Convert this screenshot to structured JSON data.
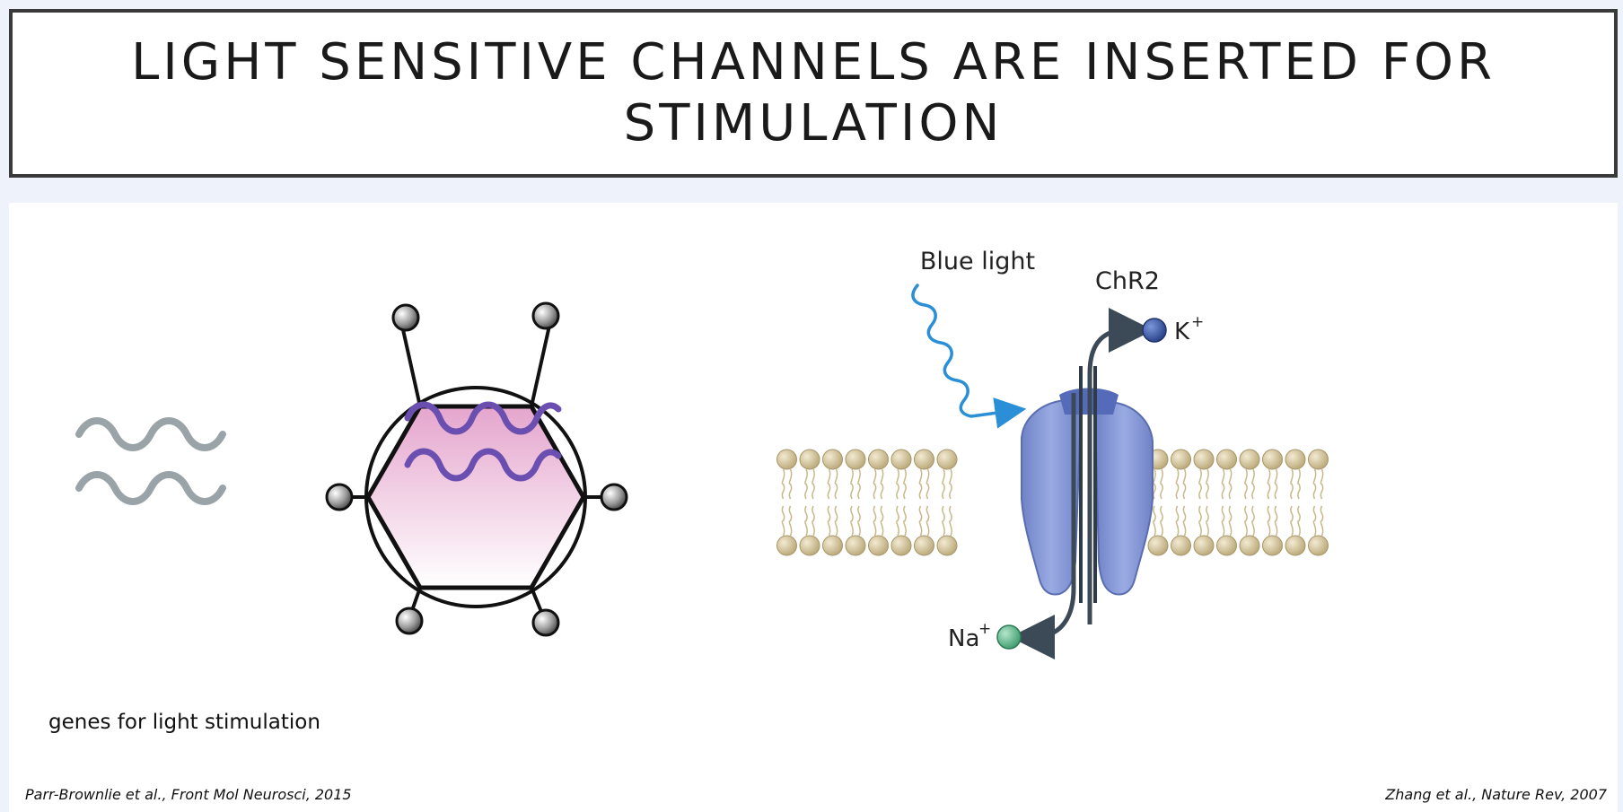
{
  "slide": {
    "title": "LIGHT SENSITIVE CHANNELS ARE INSERTED FOR STIMULATION"
  },
  "left_panel": {
    "caption": "genes for light stimulation",
    "citation": "Parr-Brownlie et al., Front Mol Neurosci, 2015"
  },
  "right_panel": {
    "light_label": "Blue light",
    "channel_label": "ChR2",
    "ion_out_label": "K",
    "ion_out_charge": "+",
    "ion_in_label": "Na",
    "ion_in_charge": "+",
    "citation": "Zhang et al., Nature Rev, 2007"
  },
  "colors": {
    "gene_wave": "#9aa4a8",
    "viral_gene_wave": "#6b4fb0",
    "capsid_fill_top": "#e7a9cf",
    "capsid_fill_bottom": "#ffffff",
    "light_wave": "#2a8fd6",
    "channel": "#7b8fd0",
    "lipid_head": "#d6c9a3",
    "potassium": "#3a5aa8",
    "sodium": "#5fb48a",
    "arrow": "#3b4a56"
  }
}
